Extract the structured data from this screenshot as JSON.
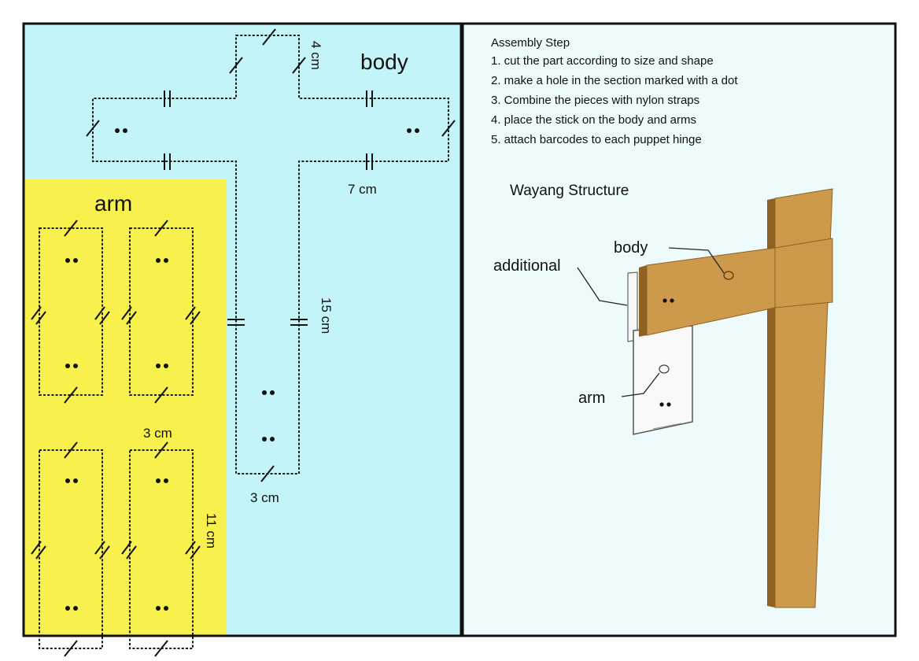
{
  "colors": {
    "pattern_bg": "#c3f4f8",
    "arm_bg": "#f7f04d",
    "right_bg": "#eefbfc",
    "wood": "#cd9a4c",
    "wood_dark": "#8f6223",
    "frame": "#111111"
  },
  "pattern": {
    "body_label": "body",
    "arm_label": "arm",
    "dim_4cm": "4 cm",
    "dim_7cm": "7 cm",
    "dim_15cm": "15 cm",
    "dim_3cm_body": "3 cm",
    "dim_3cm_arm": "3 cm",
    "dim_11cm": "11 cm"
  },
  "assembly": {
    "title": "Assembly Step",
    "steps": [
      "1. cut the part according to size and shape",
      "2. make a hole in the section marked with a dot",
      "3. Combine the pieces with nylon straps",
      "4. place the stick on the body and arms",
      "5. attach barcodes to each puppet hinge"
    ]
  },
  "structure": {
    "title": "Wayang Structure",
    "label_body": "body",
    "label_additional": "additional",
    "label_arm": "arm"
  }
}
